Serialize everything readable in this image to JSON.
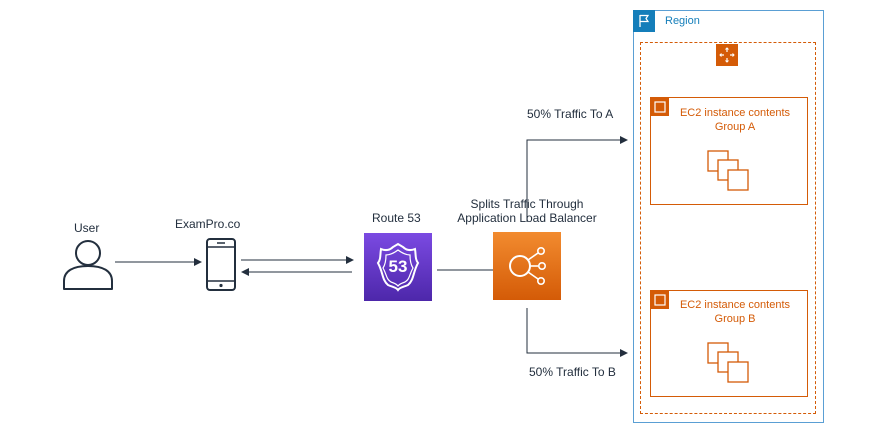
{
  "user": {
    "label": "User",
    "icon": "user-icon"
  },
  "client": {
    "label": "ExamPro.co",
    "icon": "mobile-client-icon"
  },
  "route53": {
    "label": "Route 53",
    "badge": "53",
    "icon": "route53-shield-icon",
    "color": "#5a30b5"
  },
  "alb": {
    "label_line1": "Splits Traffic Through",
    "label_line2": "Application Load Balancer",
    "icon": "load-balancer-icon",
    "color": "#e36f12"
  },
  "edges": {
    "to_a": "50% Traffic To A",
    "to_b": "50% Traffic To B"
  },
  "region": {
    "label": "Region",
    "icon": "region-flag-icon",
    "color": "#147eba"
  },
  "auto_scaling": {
    "icon": "auto-scaling-icon",
    "color": "#d45b07"
  },
  "groups": [
    {
      "line1": "EC2 instance contents",
      "line2": "Group A",
      "icon": "ec2-instances-icon"
    },
    {
      "line1": "EC2 instance contents",
      "line2": "Group B",
      "icon": "ec2-instances-icon"
    }
  ]
}
